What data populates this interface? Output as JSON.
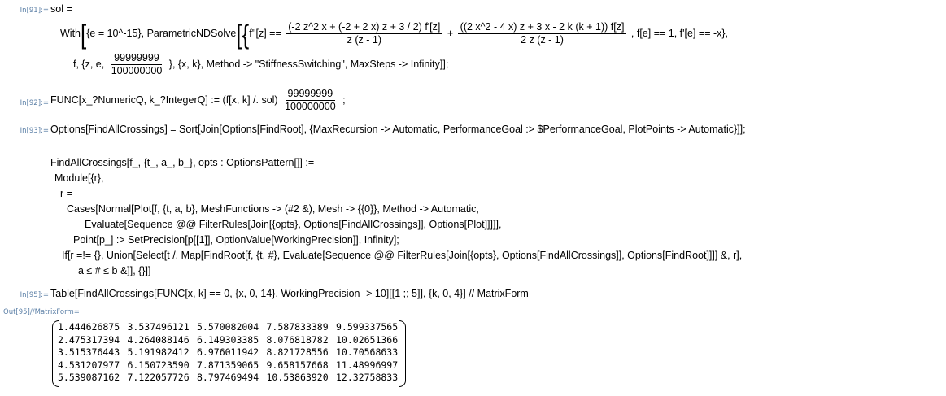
{
  "cells": {
    "in91": {
      "label": "In[91]:=",
      "line1": "sol =",
      "with_head": "With",
      "with_args_a": "{e = 10^-15}, ParametricNDSolve",
      "fpp_z": "f''[z] ==",
      "frac1_num": "(-2 z^2 x + (-2 + 2 x) z + 3 / 2) f'[z]",
      "frac1_den": "z (z - 1)",
      "plus": "+",
      "frac2_num": "((2 x^2 - 4 x) z + 3 x - 2 k (k + 1)) f[z]",
      "frac2_den": "2 z (z - 1)",
      "bc": ", f[e] == 1, f'[e] == -x},",
      "line3_a": "f, {z, e,",
      "frac3_num": "99999999",
      "frac3_den": "100000000",
      "line3_b": "}, {x, k}, Method -> \"StiffnessSwitching\", MaxSteps -> Infinity]];"
    },
    "in92": {
      "label": "In[92]:=",
      "text_a": "FUNC[x_?NumericQ, k_?IntegerQ] := (f[x, k] /. sol)",
      "frac_num": "99999999",
      "frac_den": "100000000",
      "text_b": ";"
    },
    "in93": {
      "label": "In[93]:=",
      "line1": "Options[FindAllCrossings] = Sort[Join[Options[FindRoot], {MaxRecursion -> Automatic, PerformanceGoal :> $PerformanceGoal, PlotPoints -> Automatic}]];",
      "line2": "FindAllCrossings[f_, {t_, a_, b_}, opts : OptionsPattern[]] :=",
      "line3": "Module[{r},",
      "line4": "r =",
      "line5": "Cases[Normal[Plot[f, {t, a, b}, MeshFunctions -> (#2 &), Mesh -> {{0}}, Method -> Automatic,",
      "line6": "Evaluate[Sequence @@ FilterRules[Join[{opts}, Options[FindAllCrossings]], Options[Plot]]]]],",
      "line7": "Point[p_] :> SetPrecision[p[[1]], OptionValue[WorkingPrecision]], Infinity];",
      "line8": "If[r =!= {}, Union[Select[t /. Map[FindRoot[f, {t, #}, Evaluate[Sequence @@ FilterRules[Join[{opts}, Options[FindAllCrossings]], Options[FindRoot]]]] &, r],",
      "line9": "a ≤ # ≤ b &]], {}]]"
    },
    "in95": {
      "label": "In[95]:=",
      "text": "Table[FindAllCrossings[FUNC[x, k] == 0, {x, 0, 14}, WorkingPrecision -> 10][[1 ;; 5]], {k, 0, 4}] // MatrixForm"
    },
    "out95": {
      "label": "Out[95]//MatrixForm=",
      "matrix": [
        [
          "1.444626875",
          "3.537496121",
          "5.570082004",
          "7.587833389",
          "9.599337565"
        ],
        [
          "2.475317394",
          "4.264088146",
          "6.149303385",
          "8.076818782",
          "10.02651366"
        ],
        [
          "3.515376443",
          "5.191982412",
          "6.976011942",
          "8.821728556",
          "10.70568633"
        ],
        [
          "4.531207977",
          "6.150723590",
          "7.871359065",
          "9.658157668",
          "11.48996997"
        ],
        [
          "5.539087162",
          "7.122057726",
          "8.797469494",
          "10.53863920",
          "12.32758833"
        ]
      ]
    }
  },
  "colors": {
    "label": "#5b7fa6",
    "pattern_var": "#3a7b8a"
  }
}
